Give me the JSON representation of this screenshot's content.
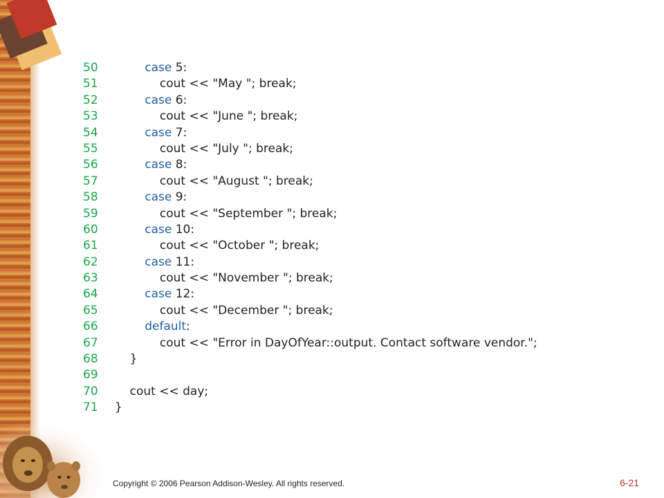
{
  "code_lines": [
    {
      "ln": "50",
      "indent": "        ",
      "kw": "case",
      "text": " 5:"
    },
    {
      "ln": "51",
      "indent": "            ",
      "kw": "",
      "text": "cout << \"May \"; break;"
    },
    {
      "ln": "52",
      "indent": "        ",
      "kw": "case",
      "text": " 6:"
    },
    {
      "ln": "53",
      "indent": "            ",
      "kw": "",
      "text": "cout << \"June \"; break;"
    },
    {
      "ln": "54",
      "indent": "        ",
      "kw": "case",
      "text": " 7:"
    },
    {
      "ln": "55",
      "indent": "            ",
      "kw": "",
      "text": "cout << \"July \"; break;"
    },
    {
      "ln": "56",
      "indent": "        ",
      "kw": "case",
      "text": " 8:"
    },
    {
      "ln": "57",
      "indent": "            ",
      "kw": "",
      "text": "cout << \"August \"; break;"
    },
    {
      "ln": "58",
      "indent": "        ",
      "kw": "case",
      "text": " 9:"
    },
    {
      "ln": "59",
      "indent": "            ",
      "kw": "",
      "text": "cout << \"September \"; break;"
    },
    {
      "ln": "60",
      "indent": "        ",
      "kw": "case",
      "text": " 10:"
    },
    {
      "ln": "61",
      "indent": "            ",
      "kw": "",
      "text": "cout << \"October \"; break;"
    },
    {
      "ln": "62",
      "indent": "        ",
      "kw": "case",
      "text": " 11:"
    },
    {
      "ln": "63",
      "indent": "            ",
      "kw": "",
      "text": "cout << \"November \"; break;"
    },
    {
      "ln": "64",
      "indent": "        ",
      "kw": "case",
      "text": " 12:"
    },
    {
      "ln": "65",
      "indent": "            ",
      "kw": "",
      "text": "cout << \"December \"; break;"
    },
    {
      "ln": "66",
      "indent": "        ",
      "kw": "default",
      "text": ":"
    },
    {
      "ln": "67",
      "indent": "            ",
      "kw": "",
      "text": "cout << \"Error in DayOfYear::output. Contact software vendor.\";"
    },
    {
      "ln": "68",
      "indent": "    ",
      "kw": "",
      "text": "}"
    },
    {
      "ln": "69",
      "indent": "",
      "kw": "",
      "text": ""
    },
    {
      "ln": "70",
      "indent": "    ",
      "kw": "",
      "text": "cout << day;"
    },
    {
      "ln": "71",
      "indent": "",
      "kw": "",
      "text": "}"
    }
  ],
  "footer": {
    "copyright": "Copyright © 2006 Pearson Addison-Wesley. All rights reserved.",
    "slide_number": "6-21"
  },
  "colors": {
    "line_number": "#1aa64a",
    "keyword": "#1f5fa5",
    "text": "#231f20",
    "slide_number": "#b8312f"
  }
}
